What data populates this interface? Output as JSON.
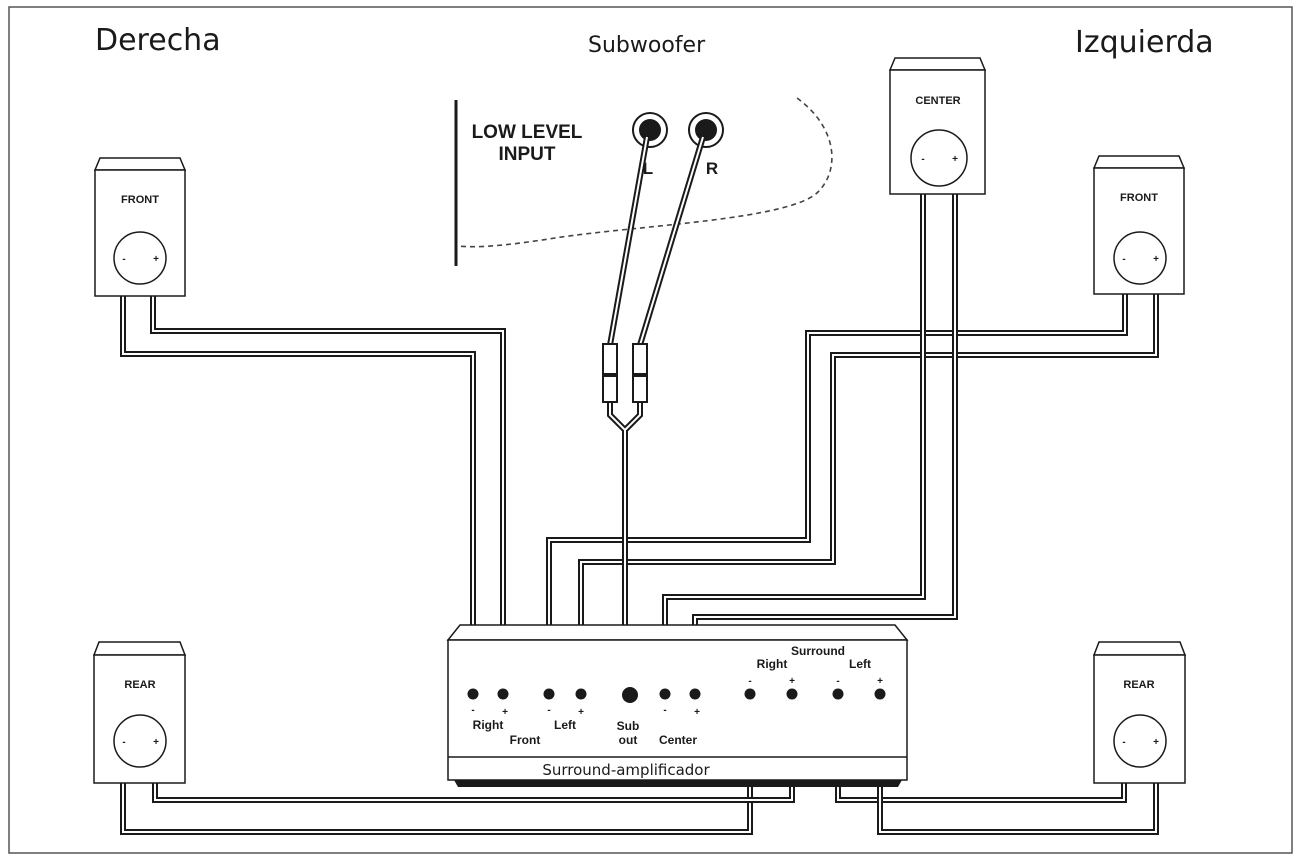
{
  "headings": {
    "right": "Derecha",
    "subwoofer": "Subwoofer",
    "left": "Izquierda"
  },
  "subwoofer": {
    "input_line1": "LOW LEVEL",
    "input_line2": "INPUT",
    "jack_l": "L",
    "jack_r": "R"
  },
  "speakers": {
    "front_right": "FRONT",
    "front_left": "FRONT",
    "center": "CENTER",
    "rear_right": "REAR",
    "rear_left": "REAR",
    "minus": "-",
    "plus": "+"
  },
  "amplifier": {
    "name": "Surround-amplificador",
    "minus": "-",
    "plus": "+",
    "right": "Right",
    "front": "Front",
    "left": "Left",
    "sub": "Sub",
    "out": "out",
    "center": "Center",
    "surround": "Surround",
    "surround_right": "Right",
    "surround_left": "Left"
  }
}
